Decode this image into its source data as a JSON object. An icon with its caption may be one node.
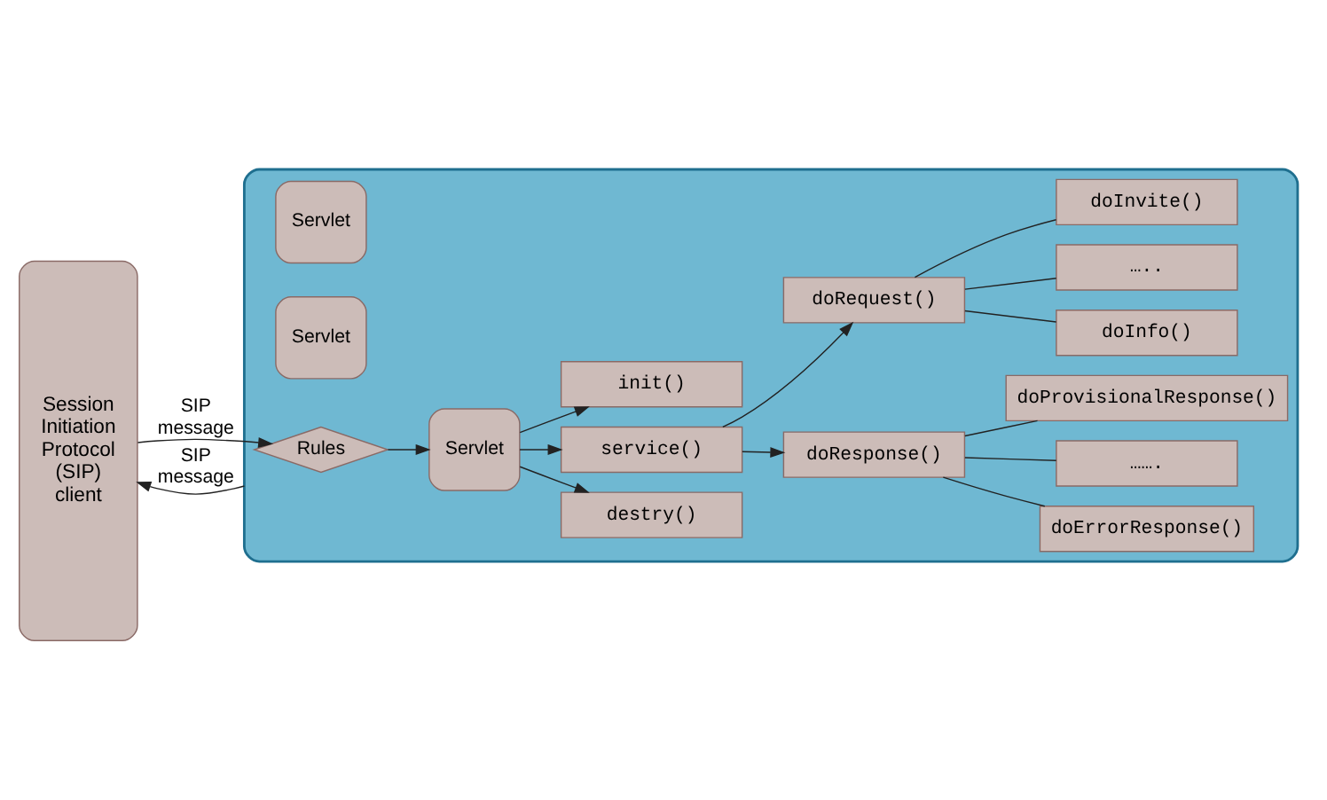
{
  "diagram": {
    "nodes": [
      {
        "text": [
          "Session Initiation Protocol (SIP) client"
        ]
      },
      {
        "text": [],
        "shape": "box"
      },
      {
        "text": [
          "Rules"
        ],
        "in": 1
      },
      {
        "text": [
          "Servlet"
        ],
        "in": 1
      },
      {
        "text": [
          "init()"
        ],
        "in": 1
      },
      {
        "text": [
          "service()"
        ],
        "in": 1
      },
      {
        "text": [
          "destry()"
        ],
        "in": 1
      },
      {
        "text": [
          "doRequest()"
        ],
        "in": 1
      },
      {
        "text": [
          "doResponse()"
        ],
        "in": 1
      },
      {
        "text": [
          "doInvite()"
        ],
        "in": 1
      },
      {
        "text": [
          "….."
        ],
        "in": 1
      },
      {
        "text": [
          "doInfo()"
        ],
        "in": 1
      },
      {
        "text": [
          "Servlet"
        ],
        "in": 1
      },
      {
        "text": [
          "Servlet"
        ],
        "in": 1
      },
      {
        "text": [
          "doProvisionalResponse()"
        ],
        "in": 1
      },
      {
        "text": [
          "……."
        ],
        "in": 1
      },
      {
        "text": [
          "doErrorResponse()"
        ],
        "in": 1
      }
    ],
    "edges": [
      {
        "from": 0,
        "to": 2,
        "arrow": "to",
        "label": "SIP message"
      },
      {
        "from": 1,
        "to": 0,
        "arrow": "to",
        "label": "SIP message"
      },
      {
        "from": 2,
        "to": 3,
        "arrow": "to"
      },
      {
        "from": 3,
        "to": 4,
        "arrow": "to"
      },
      {
        "from": 3,
        "to": 5,
        "arrow": "to"
      },
      {
        "from": 3,
        "to": 6,
        "arrow": "to"
      },
      {
        "from": 5,
        "to": 7,
        "arrow": "to"
      },
      {
        "from": 5,
        "to": 8,
        "arrow": "to"
      },
      {
        "from": 7,
        "to": 9,
        "arrow": "none"
      },
      {
        "from": 7,
        "to": 10,
        "arrow": "none"
      },
      {
        "from": 7,
        "to": 11,
        "arrow": "none"
      },
      {
        "from": 8,
        "to": 14,
        "arrow": "none"
      },
      {
        "from": 8,
        "to": 15,
        "arrow": "none"
      },
      {
        "from": 8,
        "to": 16,
        "arrow": "none"
      }
    ]
  }
}
